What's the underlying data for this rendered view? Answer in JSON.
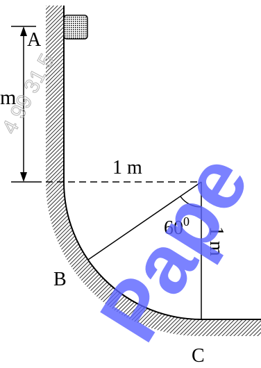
{
  "labels": {
    "point_a": "A",
    "point_b": "B",
    "point_c": "C",
    "height_partial": "m",
    "horizontal_radius": "1 m",
    "vertical_radius": "1 m",
    "angle": "60",
    "angle_unit": "0"
  },
  "watermarks": {
    "phone_fragment": "4 99 31 5",
    "brand_fragment": "Pape"
  },
  "colors": {
    "ink": "#000000",
    "watermark_blue": "#5a63ff",
    "watermark_gray": "#b3b3b3"
  }
}
